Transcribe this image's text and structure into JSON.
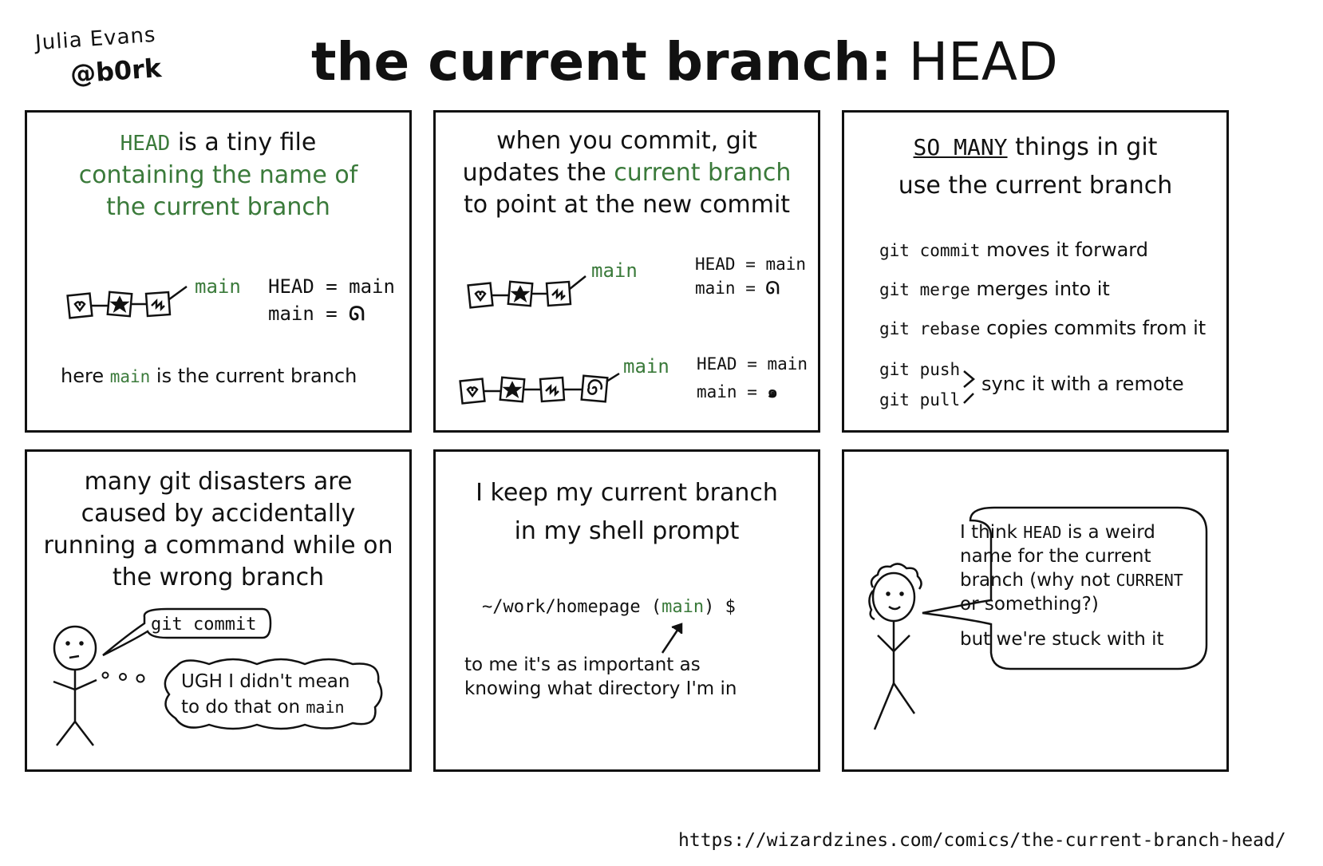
{
  "author": {
    "name": "Julia Evans",
    "handle": "@b0rk"
  },
  "title": {
    "main": "the current branch:",
    "code": "HEAD"
  },
  "url": "https://wizardzines.com/comics/the-current-branch-head/",
  "colors": {
    "accent_green": "#3a7a3a",
    "ink": "#111111"
  },
  "panel1": {
    "caption": {
      "code": "HEAD",
      "l1_rest": " is a tiny file",
      "l2": "containing the name of",
      "l3": "the current branch"
    },
    "label_main": "main",
    "eq1": "HEAD = main",
    "eq2": "main = ",
    "footer": {
      "pre": "here ",
      "code": "main",
      "post": " is the current branch"
    }
  },
  "panel2": {
    "caption": {
      "l1": "when you commit, git",
      "l2_pre": "updates the ",
      "l2_green": "current branch",
      "l3": "to point at the new commit"
    },
    "top": {
      "label_main": "main",
      "eq1": "HEAD = main",
      "eq2": "main = "
    },
    "bottom": {
      "label_main": "main",
      "eq1": "HEAD = main",
      "eq2": "main = "
    }
  },
  "panel3": {
    "caption": {
      "l1_emph": "SO MANY",
      "l1_rest": " things in git",
      "l2": "use the current branch"
    },
    "items": [
      {
        "cmd": "git commit",
        "desc": "moves it forward"
      },
      {
        "cmd": "git merge",
        "desc": "merges into it"
      },
      {
        "cmd": "git rebase",
        "desc": "copies commits from it"
      }
    ],
    "push": "git push",
    "pull": "git pull",
    "sync": "sync it with a remote"
  },
  "panel4": {
    "caption": {
      "l1": "many git disasters are",
      "l2": "caused by accidentally",
      "l3": "running a command while on",
      "l4": "the wrong branch"
    },
    "speech": "git commit",
    "thought": {
      "l1": "UGH I didn't mean",
      "l2_pre": "to do that on ",
      "l2_code": "main"
    }
  },
  "panel5": {
    "caption": {
      "l1": "I keep my current branch",
      "l2": "in my shell prompt"
    },
    "prompt": {
      "pre": "~/work/homepage (",
      "branch": "main",
      "post": ") $"
    },
    "note": {
      "l1": "to me it's as important as",
      "l2": "knowing what directory I'm in"
    }
  },
  "panel6": {
    "bubble": {
      "l1_pre": "I think ",
      "l1_code": "HEAD",
      "l1_post": " is a weird",
      "l2": "name for the current",
      "l3_pre": "branch (why not ",
      "l3_code": "CURRENT",
      "l4": "or something?)",
      "l5": "but we're stuck with it"
    }
  }
}
